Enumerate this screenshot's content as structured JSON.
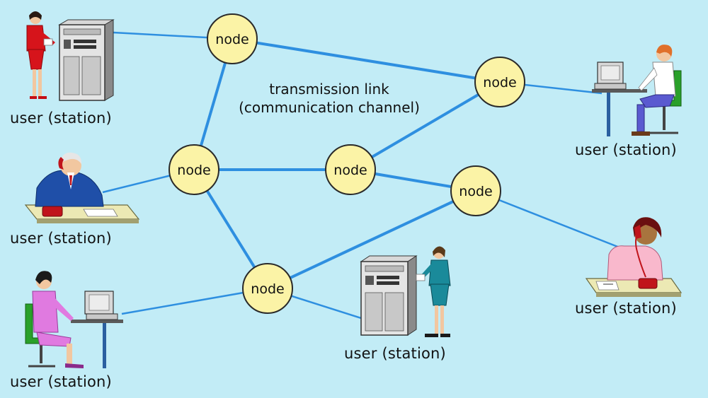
{
  "colors": {
    "background": "#c2ecf6",
    "link": "#2e8fe0",
    "node_fill": "#fbf3a6",
    "node_stroke": "#2a2a2a"
  },
  "caption": {
    "line1": "transmission link",
    "line2": "(communication channel)"
  },
  "node_label": "node",
  "station_label": "user (station)",
  "nodes": [
    {
      "id": "n1",
      "label": "node"
    },
    {
      "id": "n2",
      "label": "node"
    },
    {
      "id": "n3",
      "label": "node"
    },
    {
      "id": "n4",
      "label": "node"
    },
    {
      "id": "n5",
      "label": "node"
    },
    {
      "id": "n6",
      "label": "node"
    }
  ],
  "stations": [
    {
      "id": "s1",
      "label": "user (station)",
      "icon": "woman-at-server-icon"
    },
    {
      "id": "s2",
      "label": "user (station)",
      "icon": "man-on-phone-icon"
    },
    {
      "id": "s3",
      "label": "user (station)",
      "icon": "woman-at-computer-icon"
    },
    {
      "id": "s4",
      "label": "user (station)",
      "icon": "woman-at-server-icon"
    },
    {
      "id": "s5",
      "label": "user (station)",
      "icon": "man-at-computer-icon"
    },
    {
      "id": "s6",
      "label": "user (station)",
      "icon": "woman-on-phone-icon"
    }
  ]
}
